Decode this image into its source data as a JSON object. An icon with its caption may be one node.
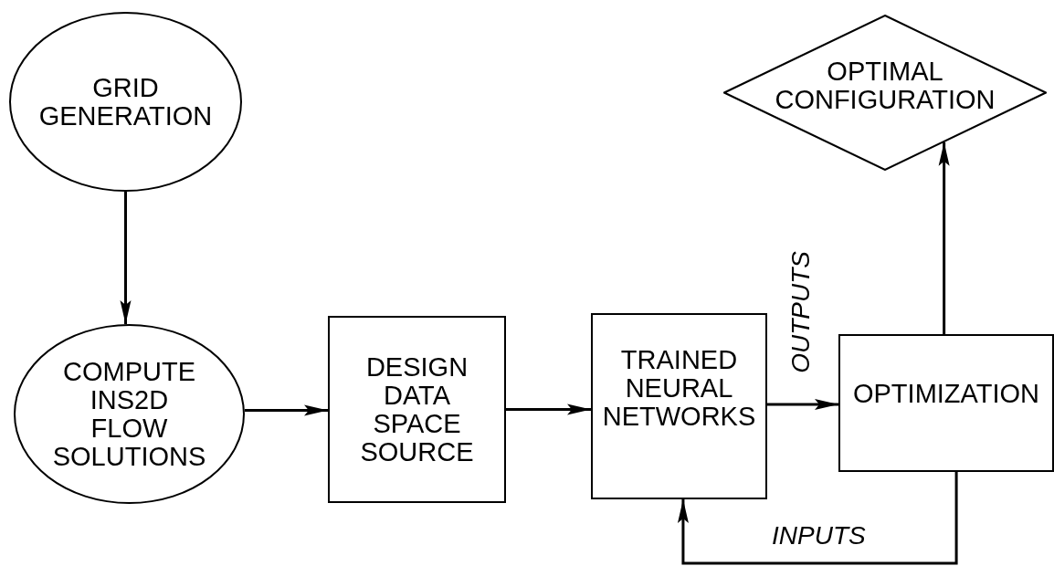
{
  "diagram": {
    "nodes": [
      {
        "text": [
          "GRID GENERATION"
        ]
      },
      {
        "text": [
          "COMPUTE INS2D FLOW SOLUTIONS"
        ]
      },
      {
        "text": [
          "DESIGN DATA SPACE SOURCE"
        ]
      },
      {
        "text": [
          "TRAINED NEURAL NETWORKS"
        ]
      },
      {
        "text": [
          "OPTIMIZATION"
        ]
      },
      {
        "text": [
          "OPTIMAL CONFIGURATION"
        ]
      }
    ],
    "edges": [
      {
        "from": 0,
        "to": 1,
        "arrow": "to"
      },
      {
        "from": 1,
        "to": 2,
        "arrow": "to"
      },
      {
        "from": 2,
        "to": 3,
        "arrow": "to"
      },
      {
        "from": 3,
        "to": 4,
        "arrow": "to",
        "label": "OUTPUTS"
      },
      {
        "from": 4,
        "to": 5,
        "arrow": "to"
      },
      {
        "from": 4,
        "to": 3,
        "arrow": "to",
        "label": "INPUTS"
      }
    ]
  }
}
